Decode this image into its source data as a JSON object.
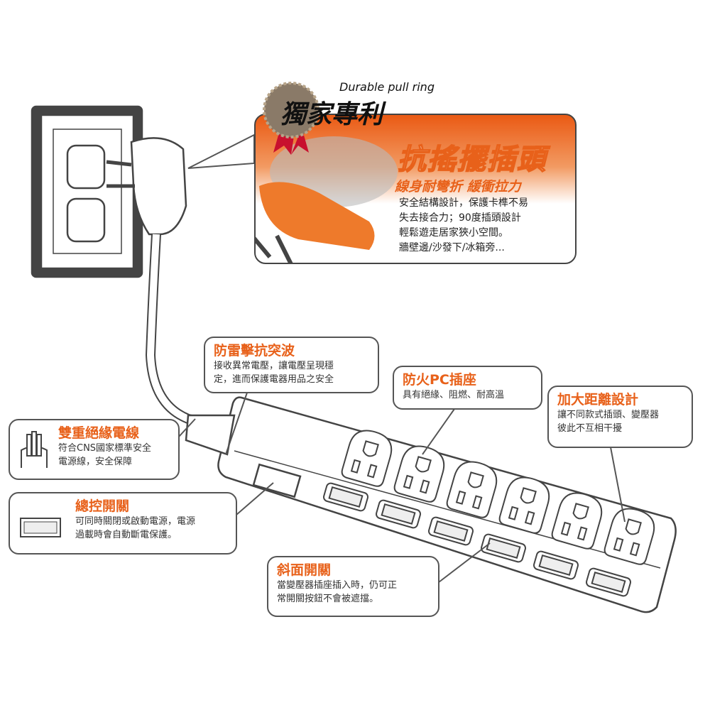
{
  "banner": {
    "pull_ring": "Durable pull ring",
    "patent": "獨家專利",
    "title": "抗搖擺插頭",
    "subtitle": "線身耐彎折 緩衝拉力",
    "lines": [
      "安全結構設計，保護卡榫不易",
      "失去接合力；90度插頭設計",
      "輕鬆遊走居家狹小空間。",
      "牆壁邊/沙發下/冰箱旁..."
    ]
  },
  "callouts": {
    "surge": {
      "title": "防雷擊抗突波",
      "lines": [
        "接收異常電壓，讓電壓呈現穩",
        "定，進而保護電器用品之安全"
      ]
    },
    "pc": {
      "title": "防火PC插座",
      "lines": [
        "具有絕緣、阻燃、耐高溫"
      ]
    },
    "distance": {
      "title": "加大距離設計",
      "lines": [
        "讓不同款式插頭、變壓器",
        "彼此不互相干擾"
      ]
    },
    "cable": {
      "title": "雙重絕緣電線",
      "lines": [
        "符合CNS國家標準安全",
        "電源線，安全保障"
      ]
    },
    "master": {
      "title": "總控開關",
      "lines": [
        "可同時關閉或啟動電源，電源",
        "過載時會自動斷電保護。"
      ]
    },
    "slant": {
      "title": "斜面開關",
      "lines": [
        "當變壓器插座插入時，仍可正",
        "常開關按鈕不會被遮擋。"
      ]
    }
  },
  "colors": {
    "accent": "#e8611a",
    "line": "#555555"
  }
}
